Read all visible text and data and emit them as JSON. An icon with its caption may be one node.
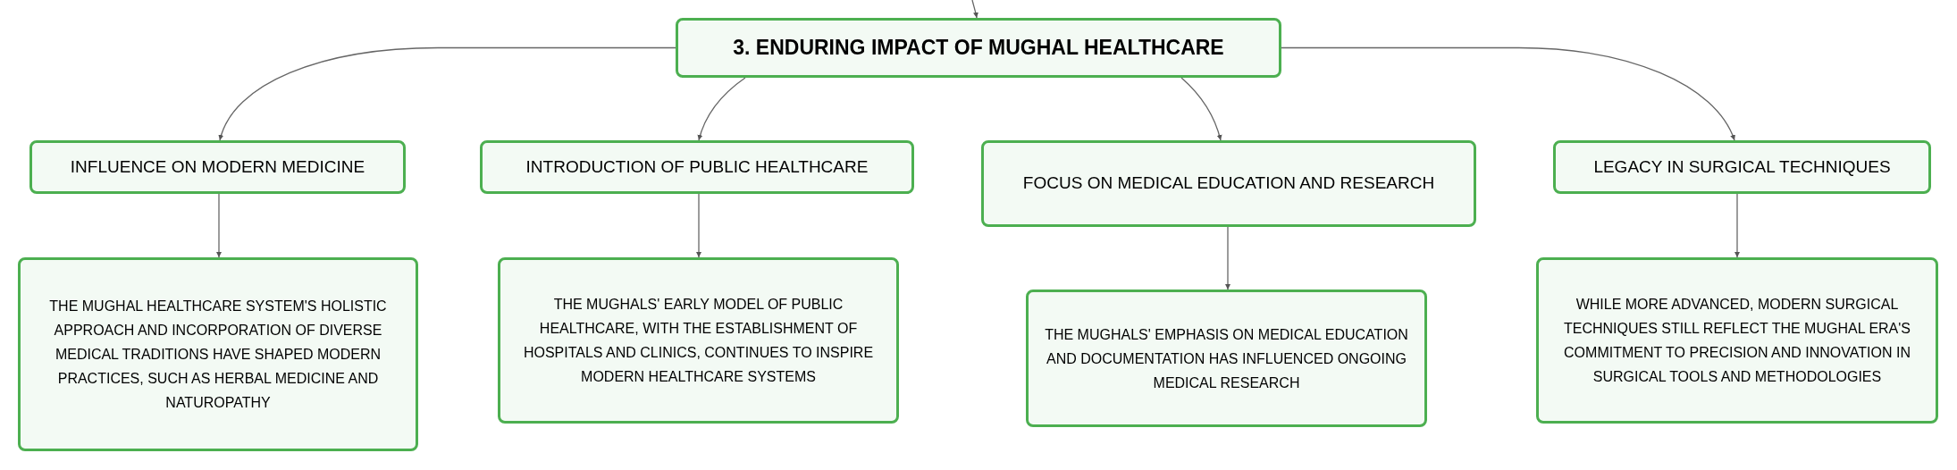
{
  "diagram": {
    "nodes": [
      {
        "text": [
          "3. ENDURING IMPACT OF MUGHAL HEALTHCARE"
        ]
      },
      {
        "text": [
          "INFLUENCE ON MODERN MEDICINE"
        ]
      },
      {
        "text": [
          "INTRODUCTION OF PUBLIC HEALTHCARE"
        ]
      },
      {
        "text": [
          "FOCUS ON MEDICAL EDUCATION AND RESEARCH"
        ]
      },
      {
        "text": [
          "LEGACY IN SURGICAL TECHNIQUES"
        ]
      },
      {
        "text": [
          "THE MUGHAL HEALTHCARE SYSTEM'S HOLISTIC APPROACH AND INCORPORATION OF DIVERSE MEDICAL TRADITIONS HAVE SHAPED MODERN PRACTICES, SUCH AS HERBAL MEDICINE AND NATUROPATHY"
        ]
      },
      {
        "text": [
          "THE MUGHALS' EARLY MODEL OF PUBLIC HEALTHCARE, WITH THE ESTABLISHMENT OF HOSPITALS AND CLINICS, CONTINUES TO INSPIRE MODERN HEALTHCARE SYSTEMS"
        ]
      },
      {
        "text": [
          "THE MUGHALS' EMPHASIS ON MEDICAL EDUCATION AND DOCUMENTATION HAS INFLUENCED ONGOING MEDICAL RESEARCH"
        ]
      },
      {
        "text": [
          "WHILE MORE ADVANCED, MODERN SURGICAL TECHNIQUES STILL REFLECT THE MUGHAL ERA'S COMMITMENT TO PRECISION AND INNOVATION IN SURGICAL TOOLS AND METHODOLOGIES"
        ]
      }
    ],
    "edges": [
      {
        "from": null,
        "to": 0,
        "arrow": "to"
      },
      {
        "from": 0,
        "to": 1,
        "arrow": "to"
      },
      {
        "from": 0,
        "to": 2,
        "arrow": "to"
      },
      {
        "from": 0,
        "to": 3,
        "arrow": "to"
      },
      {
        "from": 0,
        "to": 4,
        "arrow": "to"
      },
      {
        "from": 1,
        "to": 5,
        "arrow": "to"
      },
      {
        "from": 2,
        "to": 6,
        "arrow": "to"
      },
      {
        "from": 3,
        "to": 7,
        "arrow": "to"
      },
      {
        "from": 4,
        "to": 8,
        "arrow": "to"
      }
    ]
  }
}
